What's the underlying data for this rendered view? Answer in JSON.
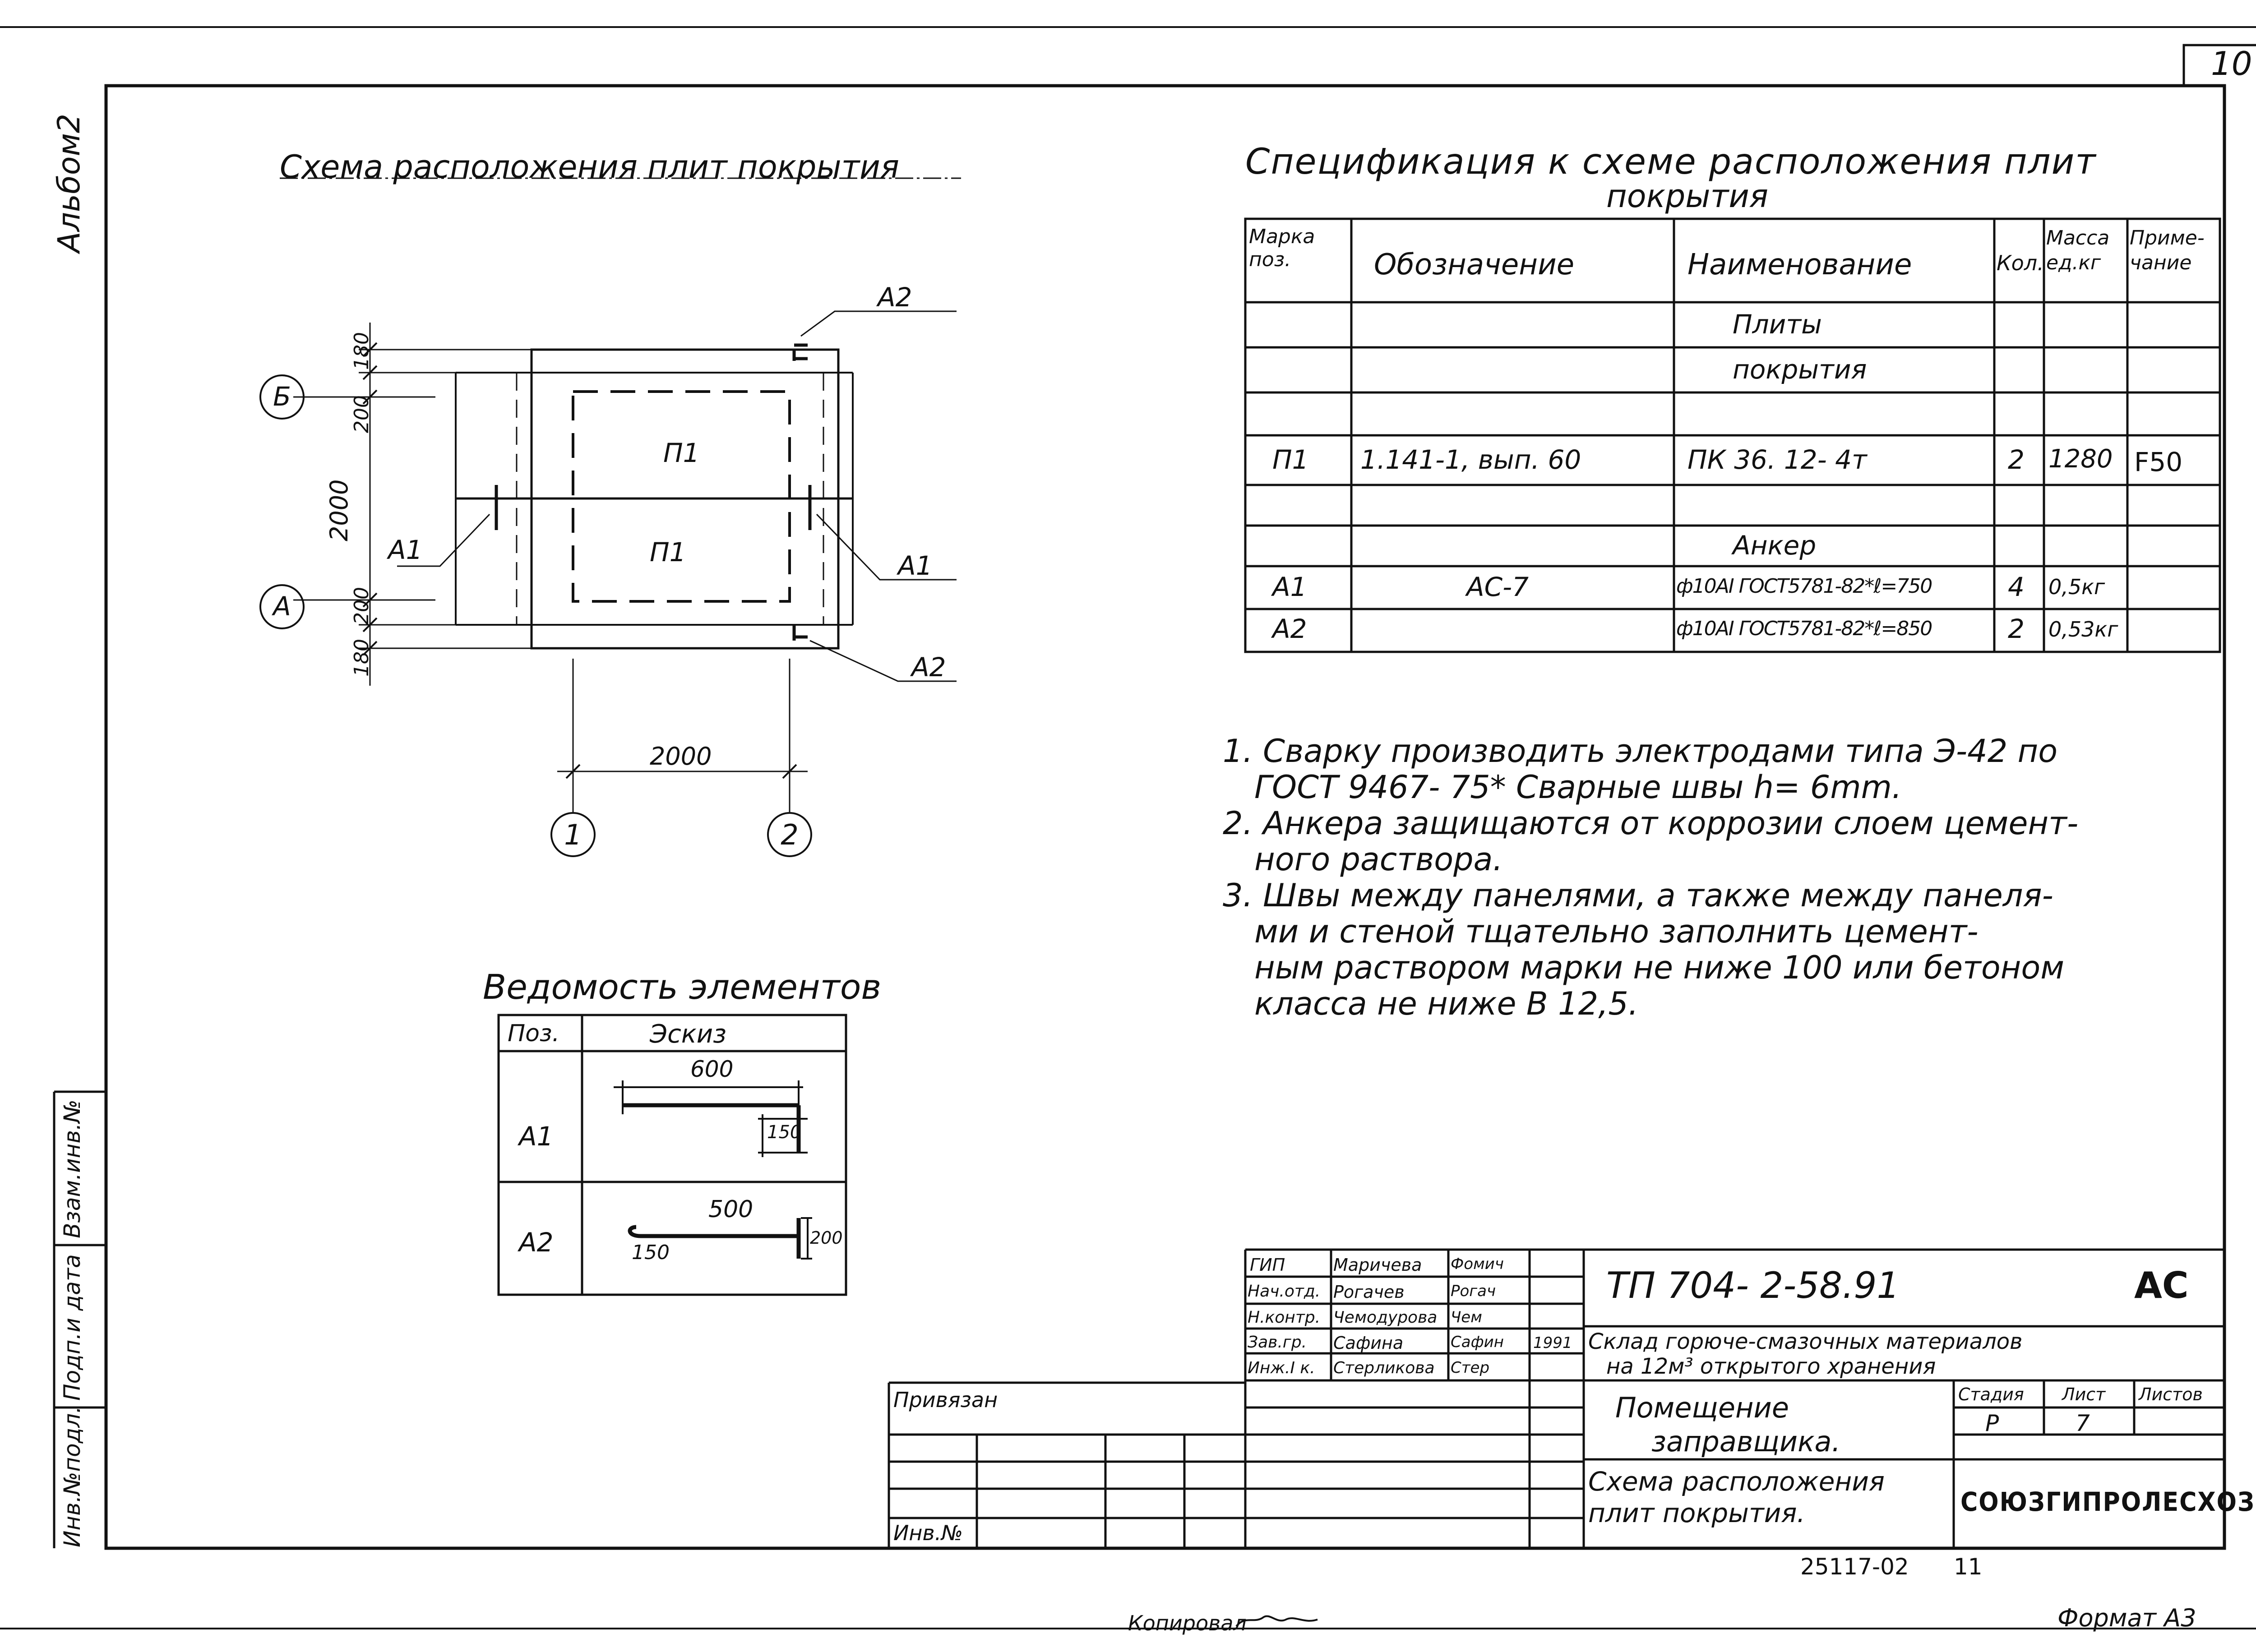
{
  "sheet_number": "10",
  "album_label": "Альбом2",
  "left_strip": {
    "inv_orig": "Инв.№подл.",
    "sign_date": "Подп.и дата",
    "replace_inv": "Взам.инв.№"
  },
  "scheme": {
    "title": "Схема расположения плит покрытия",
    "axes": {
      "B": "Б",
      "A": "А",
      "one": "1",
      "two": "2"
    },
    "dims": {
      "d180_top": "180",
      "d200_top": "200",
      "d2000_v": "2000",
      "d200_bot": "200",
      "d180_bot": "180",
      "d2000_h": "2000"
    },
    "labels": {
      "p1_top": "П1",
      "p1_bot": "П1",
      "a1_left": "А1",
      "a1_right": "А1",
      "a2_top": "А2",
      "a2_bot": "А2"
    }
  },
  "spec": {
    "title_line1": "Спецификация к схеме расположения плит",
    "title_line2": "покрытия",
    "headers": {
      "mark": "Марка поз.",
      "designation": "Обозначение",
      "name": "Наименование",
      "qty": "Кол.",
      "mass": "Масса ед.кг",
      "note": "Приме-чание"
    },
    "rows": [
      {
        "mark": "",
        "designation": "",
        "name": "Плиты",
        "qty": "",
        "mass": "",
        "note": ""
      },
      {
        "mark": "",
        "designation": "",
        "name": "покрытия",
        "qty": "",
        "mass": "",
        "note": ""
      },
      {
        "mark": "",
        "designation": "",
        "name": "",
        "qty": "",
        "mass": "",
        "note": ""
      },
      {
        "mark": "П1",
        "designation": "1.141-1, вып. 60",
        "name": "ПК 36. 12- 4т",
        "qty": "2",
        "mass": "1280",
        "note": "F50"
      },
      {
        "mark": "",
        "designation": "",
        "name": "",
        "qty": "",
        "mass": "",
        "note": ""
      },
      {
        "mark": "",
        "designation": "",
        "name": "Анкер",
        "qty": "",
        "mass": "",
        "note": ""
      },
      {
        "mark": "А1",
        "designation": "АС-7",
        "name": "ф10АI ГОСТ5781-82*ℓ=750",
        "qty": "4",
        "mass": "0,5кг",
        "note": ""
      },
      {
        "mark": "А2",
        "designation": "",
        "name": "ф10АI ГОСТ5781-82*ℓ=850",
        "qty": "2",
        "mass": "0,53кг",
        "note": ""
      }
    ]
  },
  "notes": [
    "1. Сварку производить электродами типа Э-42 по",
    "ГОСТ 9467- 75* Сварные швы h= 6mm.",
    "2. Анкера защищаются от коррозии слоем цемент-",
    "ного раствора.",
    "3. Швы между панелями, а также между панеля-",
    "ми и стеной тщательно заполнить цемент-",
    "ным раствором марки не ниже 100 или бетоном",
    "класса не ниже В 12,5."
  ],
  "vedomost": {
    "title": "Ведомость элементов",
    "col_pos": "Поз.",
    "col_sketch": "Эскиз",
    "a1": {
      "pos": "А1",
      "len": "600",
      "hook": "150"
    },
    "a2": {
      "pos": "А2",
      "len": "500",
      "hook1": "150",
      "hook2": "200"
    }
  },
  "title_block": {
    "privyazan": "Привязан",
    "inv_no": "Инв.№",
    "roles": [
      {
        "role": "ГИП",
        "name": "Маричева",
        "sign": "Фомич"
      },
      {
        "role": "Нач.отд.",
        "name": "Рогачев",
        "sign": "Рогач"
      },
      {
        "role": "Н.контр.",
        "name": "Чемодурова",
        "sign": "Чем"
      },
      {
        "role": "Зав.гр.",
        "name": "Сафина",
        "sign": "Сафин"
      },
      {
        "role": "Инж.I к.",
        "name": "Стерликова",
        "sign": "Стер"
      }
    ],
    "year": "1991",
    "code": "ТП 704- 2-58.91",
    "section": "АС",
    "object_line1": "Склад горюче-смазочных материалов",
    "object_line2": "на 12м³ открытого хранения",
    "building_line1": "Помещение",
    "building_line2": "заправщика.",
    "stage_label": "Стадия",
    "sheet_label": "Лист",
    "sheets_label": "Листов",
    "stage": "Р",
    "sheet": "7",
    "sheets": "",
    "drawing_line1": "Схема расположения",
    "drawing_line2": "плит покрытия.",
    "org": "СОЮЗГИПРОЛЕСХОЗ"
  },
  "bottom": {
    "archive_no": "25117-02",
    "archive_sheet": "11",
    "copied": "Копировал",
    "format": "Формат А3"
  }
}
